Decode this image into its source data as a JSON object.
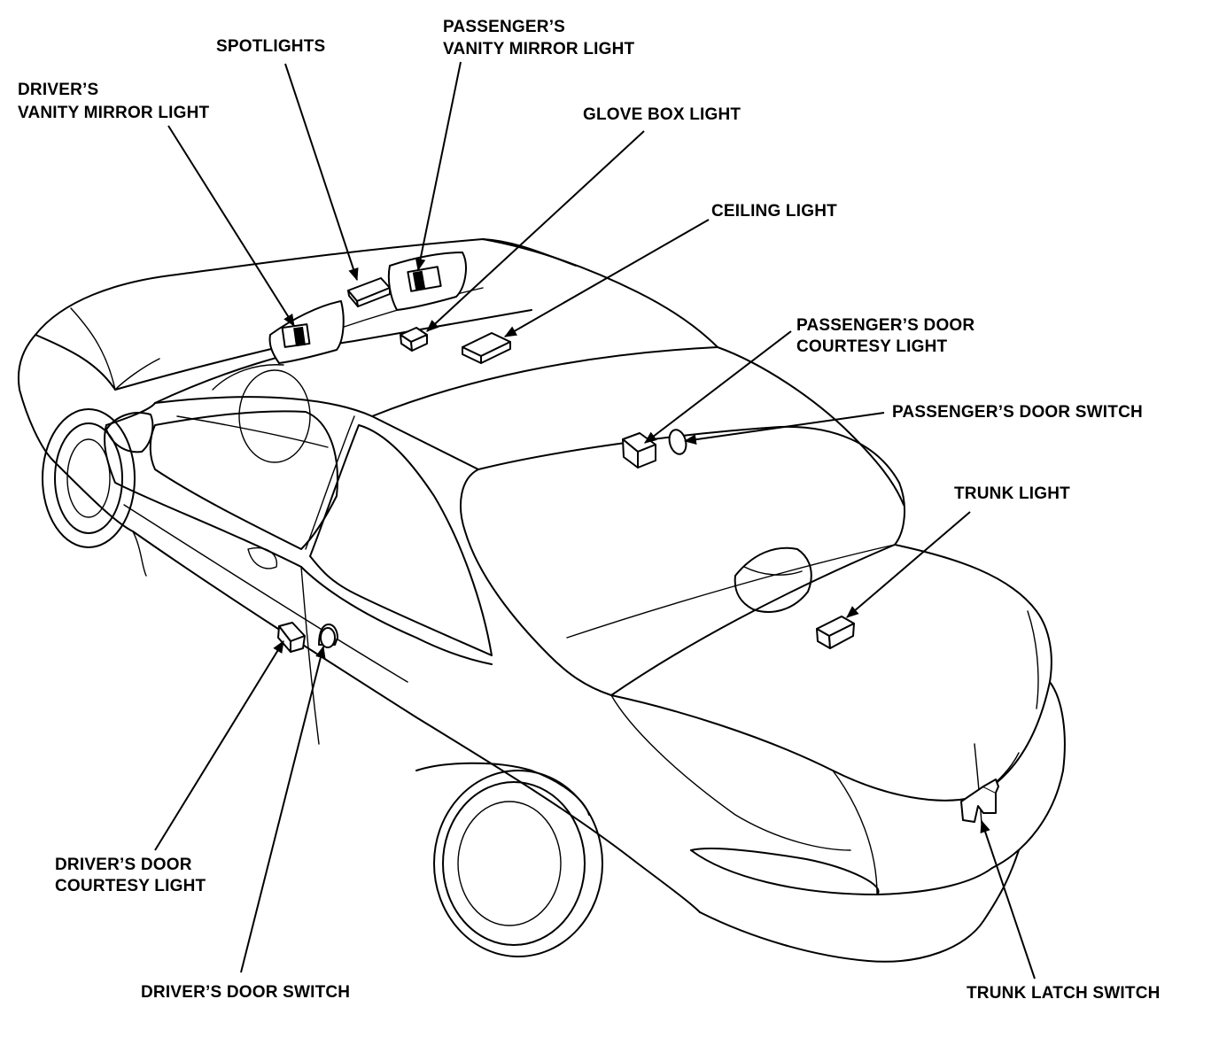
{
  "labels": {
    "spotlights": "SPOTLIGHTS",
    "passenger_vanity_1": "PASSENGER’S",
    "passenger_vanity_2": "VANITY MIRROR LIGHT",
    "driver_vanity_1": "DRIVER’S",
    "driver_vanity_2": "VANITY MIRROR LIGHT",
    "glove_box": "GLOVE BOX LIGHT",
    "ceiling": "CEILING LIGHT",
    "passenger_courtesy_1": "PASSENGER’S DOOR",
    "passenger_courtesy_2": "COURTESY LIGHT",
    "passenger_switch": "PASSENGER’S DOOR SWITCH",
    "trunk_light": "TRUNK LIGHT",
    "driver_courtesy_1": "DRIVER’S DOOR",
    "driver_courtesy_2": "COURTESY LIGHT",
    "driver_switch": "DRIVER’S DOOR SWITCH",
    "trunk_latch": "TRUNK LATCH SWITCH"
  },
  "components": [
    {
      "id": "spotlights",
      "icon": "spotlight-box-icon"
    },
    {
      "id": "passenger_vanity",
      "icon": "vanity-mirror-icon"
    },
    {
      "id": "driver_vanity",
      "icon": "vanity-mirror-icon"
    },
    {
      "id": "glove_box",
      "icon": "light-box-icon"
    },
    {
      "id": "ceiling",
      "icon": "light-box-icon"
    },
    {
      "id": "passenger_courtesy",
      "icon": "courtesy-light-icon"
    },
    {
      "id": "passenger_switch",
      "icon": "door-switch-icon"
    },
    {
      "id": "trunk_light",
      "icon": "light-box-icon"
    },
    {
      "id": "driver_courtesy",
      "icon": "courtesy-light-icon"
    },
    {
      "id": "driver_switch",
      "icon": "door-switch-icon"
    },
    {
      "id": "trunk_latch",
      "icon": "latch-switch-icon"
    }
  ],
  "colors": {
    "ink": "#000000",
    "paper": "#ffffff"
  }
}
